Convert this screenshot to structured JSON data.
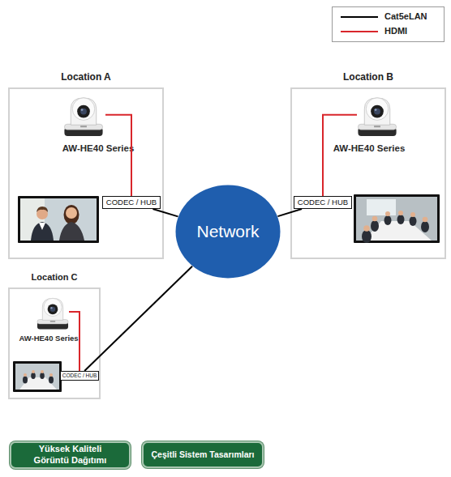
{
  "diagram": {
    "nodes": [
      {
        "text": [
          "Location A"
        ]
      },
      {
        "text": [
          "AW-HE40 Series"
        ],
        "in": 0
      },
      {
        "text": [
          "CODEC / HUB"
        ],
        "in": 0
      },
      {
        "text": [
          "Location B"
        ]
      },
      {
        "text": [
          "AW-HE40 Series"
        ],
        "in": 3
      },
      {
        "text": [
          "CODEC / HUB"
        ],
        "in": 3
      },
      {
        "text": [
          "Network"
        ]
      },
      {
        "text": [
          "Location C"
        ]
      },
      {
        "text": [
          "AW-HE40 Series"
        ],
        "in": 7
      },
      {
        "text": [
          "CODEC / HUB"
        ],
        "in": 7
      },
      {
        "text": [
          "Yüksek Kaliteli Görüntü Dağıtımı"
        ]
      },
      {
        "text": [
          "Çeşitli Sistem Tasarımları"
        ]
      }
    ],
    "edges": [
      {
        "from": 1,
        "to": 2,
        "arrow": "none"
      },
      {
        "from": 2,
        "to": 6,
        "arrow": "none"
      },
      {
        "from": 4,
        "to": 5,
        "arrow": "none"
      },
      {
        "from": 5,
        "to": 6,
        "arrow": "none"
      },
      {
        "from": 8,
        "to": 9,
        "arrow": "none"
      },
      {
        "from": 9,
        "to": 6,
        "arrow": "none"
      }
    ],
    "legend": [
      {
        "text": "Cat5eLAN"
      },
      {
        "text": "HDMI"
      }
    ]
  }
}
